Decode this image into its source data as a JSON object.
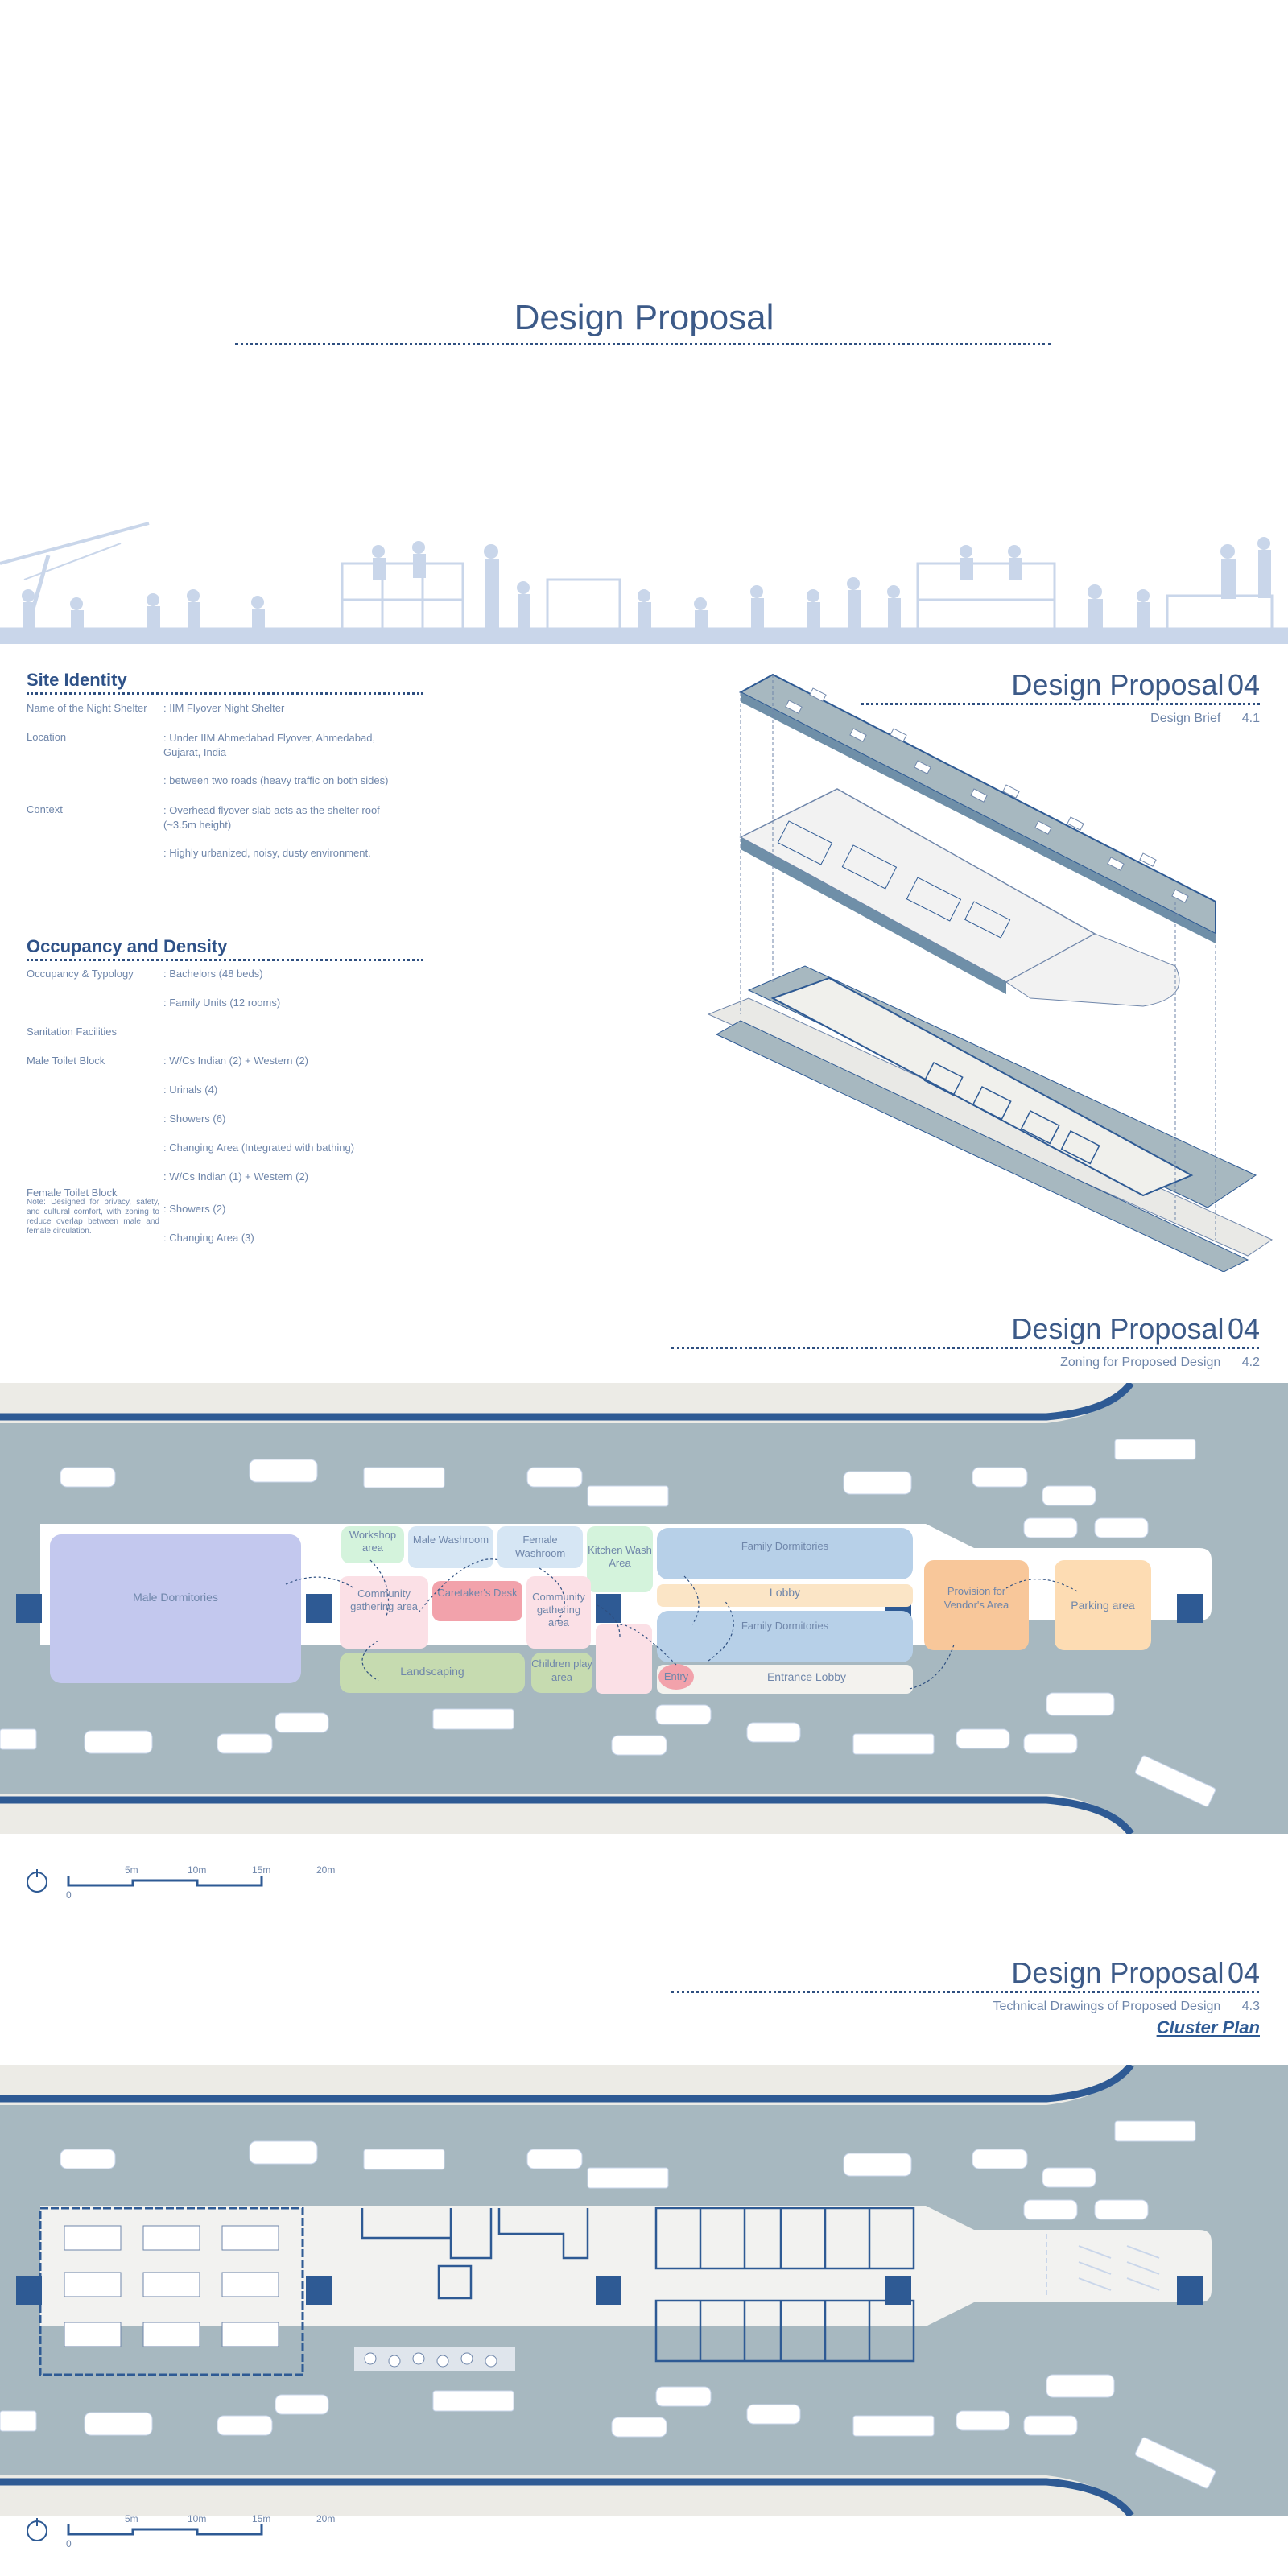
{
  "main_title": "Design Proposal",
  "site_identity": {
    "heading": "Site Identity",
    "rows": [
      {
        "label": "Name of the Night Shelter",
        "value": ": IIM Flyover Night Shelter"
      },
      {
        "label": "Location",
        "value": ": Under IIM Ahmedabad Flyover, Ahmedabad, Gujarat, India"
      },
      {
        "label": "",
        "value": ": between two roads (heavy traffic on both sides)"
      },
      {
        "label": "Context",
        "value": ": Overhead flyover slab acts as the shelter roof (~3.5m height)"
      },
      {
        "label": "",
        "value": ": Highly urbanized, noisy, dusty environment."
      }
    ]
  },
  "occupancy": {
    "heading": "Occupancy and Density",
    "rows": [
      {
        "label": "Occupancy & Typology",
        "value": ": Bachelors (48 beds)"
      },
      {
        "label": "",
        "value": ": Family Units (12 rooms)"
      },
      {
        "label": "Sanitation Facilities",
        "value": ""
      },
      {
        "label": "Male Toilet Block",
        "value": ": W/Cs Indian (2) + Western (2)"
      },
      {
        "label": "",
        "value": ": Urinals (4)"
      },
      {
        "label": "",
        "value": ": Showers (6)"
      },
      {
        "label": "",
        "value": ": Changing Area (Integrated with bathing)"
      },
      {
        "label": "",
        "value": ": W/Cs Indian (1) + Western (2)"
      },
      {
        "label": "Female Toilet Block",
        "value": ""
      },
      {
        "label": "",
        "value": ": Showers (2)"
      },
      {
        "label": "",
        "value": ": Changing Area (3)"
      }
    ],
    "note": "Note: Designed for privacy, safety, and cultural comfort, with zoning to reduce overlap between male and female circulation."
  },
  "section1": {
    "title": "Design Proposal",
    "num": "04",
    "subtitle": "Design Brief",
    "subnum": "4.1"
  },
  "section2": {
    "title": "Design Proposal",
    "num": "04",
    "subtitle": "Zoning for Proposed Design",
    "subnum": "4.2"
  },
  "section3": {
    "title": "Design Proposal",
    "num": "04",
    "subtitle": "Technical Drawings of Proposed Design",
    "subnum": "4.3",
    "link": "Cluster Plan"
  },
  "zones": {
    "male_dorm": "Male Dormitories",
    "workshop": "Workshop area",
    "male_wash": "Male Washroom",
    "female_wash": "Female Washroom",
    "kitchen_wash": "Kitchen Wash Area",
    "family_dorm_1": "Family Dormitories",
    "lobby": "Lobby",
    "family_dorm_2": "Family Dormitories",
    "community_1": "Community gathering area",
    "caretaker": "Caretaker's Desk",
    "community_2": "Community gathering area",
    "landscaping": "Landscaping",
    "children": "Children play area",
    "entry": "Entry",
    "entrance_lobby": "Entrance Lobby",
    "vendor": "Provision for Vendor's Area",
    "parking": "Parking area"
  },
  "scale_bar": {
    "labels": [
      "0",
      "5m",
      "10m",
      "15m",
      "20m"
    ]
  },
  "colors": {
    "accent": "#2e5a94",
    "road": "#a7b8c0",
    "skyline": "#c9d6ea",
    "male_dorm": "#c3c8ee",
    "community": "#fbe0e6",
    "washroom": "#d6e6f4",
    "kitchen": "#d4f3dc",
    "family": "#b7d0e8",
    "lobby": "#fbe5c6",
    "vendor": "#f8c79a",
    "parking": "#fddcb3",
    "landscape": "#c6dbb0",
    "entry": "#f2a2ab"
  }
}
